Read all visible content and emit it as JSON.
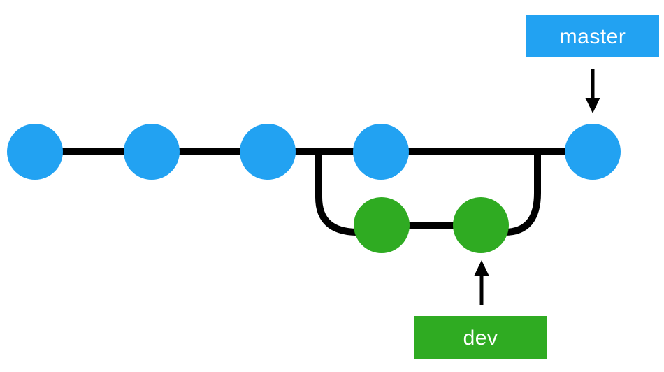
{
  "labels": {
    "master": "master",
    "dev": "dev"
  },
  "colors": {
    "master_branch": "#22A2F2",
    "dev_branch": "#2FAB22",
    "line": "#000000",
    "arrow": "#000000",
    "label_text": "#FFFFFF",
    "background": "#FFFFFF"
  },
  "diagram": {
    "type": "git-branch-graph",
    "branches": [
      {
        "name": "master",
        "commits": 5
      },
      {
        "name": "dev",
        "commits": 2,
        "forks_after_master_commit": 3,
        "merges_before_master_commit": 5
      }
    ]
  }
}
